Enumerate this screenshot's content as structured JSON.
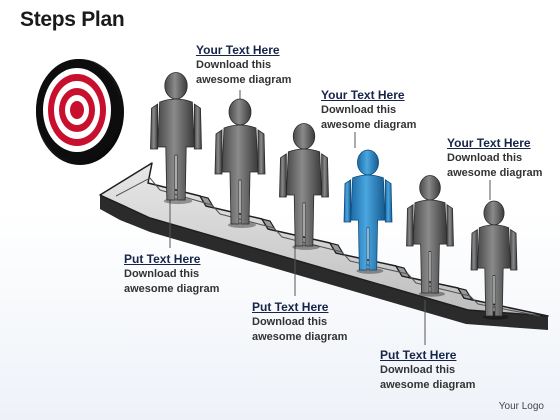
{
  "title": "Steps Plan",
  "colors": {
    "arrow_top": "#d9d9d9",
    "arrow_side": "#2b2b2b",
    "figure_gray": "#6a6a6a",
    "figure_dark": "#3a3a3a",
    "figure_highlight": "#2c88c8",
    "target_red": "#c8102e",
    "target_black": "#111111",
    "heading": "#17244a"
  },
  "icons": [
    "target-icon",
    "person-figure"
  ],
  "callouts": [
    {
      "heading": "Your Text Here",
      "body": "Download this awesome diagram"
    },
    {
      "heading": "Put Text Here",
      "body": "Download this awesome diagram"
    },
    {
      "heading": "Your Text Here",
      "body": "Download this awesome diagram"
    },
    {
      "heading": "Put Text Here",
      "body": "Download this awesome diagram"
    },
    {
      "heading": "Your Text Here",
      "body": "Download this awesome diagram"
    },
    {
      "heading": "Put Text Here",
      "body": "Download this awesome diagram"
    }
  ],
  "highlighted_step": 4,
  "logo": "Your Logo"
}
